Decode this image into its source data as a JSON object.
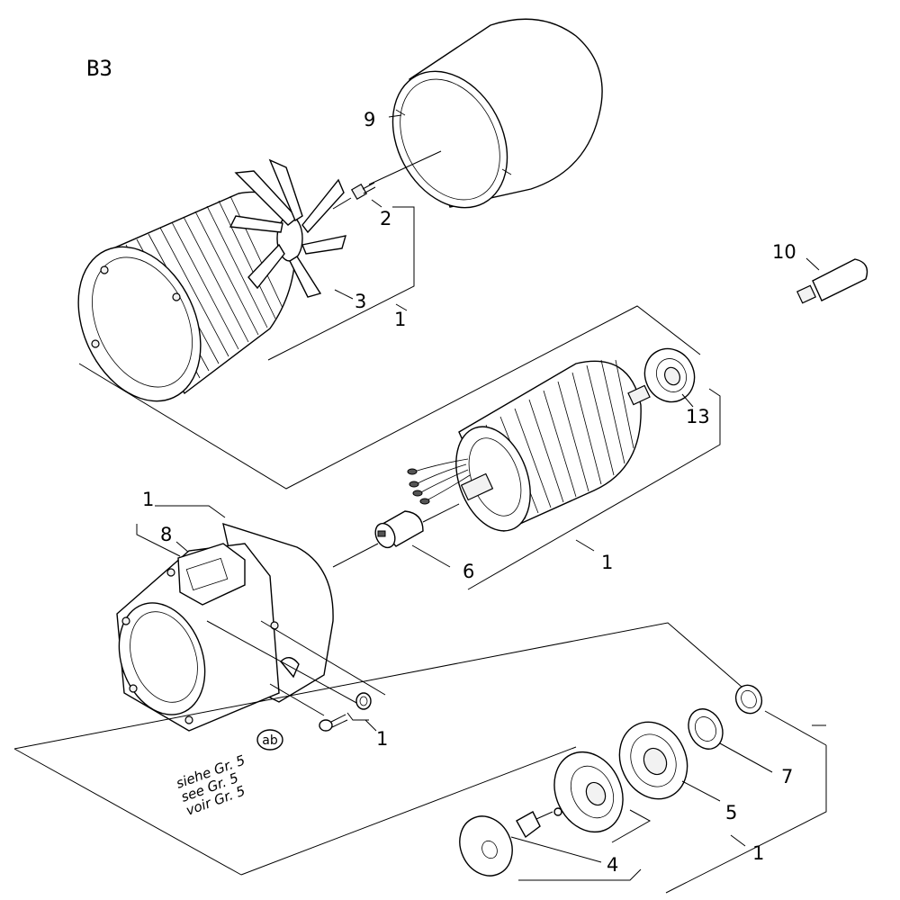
{
  "diagram": {
    "title": "B3",
    "callouts": {
      "c9": "9",
      "c2": "2",
      "c3": "3",
      "c1_motor": "1",
      "c10": "10",
      "c13": "13",
      "c1_rotor": "1",
      "c6": "6",
      "c1_flange": "1",
      "c8": "8",
      "c1_screws": "1",
      "c7": "7",
      "c5": "5",
      "c4": "4",
      "c1_bearing": "1"
    },
    "reference_note": {
      "line1": "siehe Gr. 5",
      "line2": "see Gr. 5",
      "line3": "voir Gr. 5",
      "badge": "ab"
    }
  }
}
